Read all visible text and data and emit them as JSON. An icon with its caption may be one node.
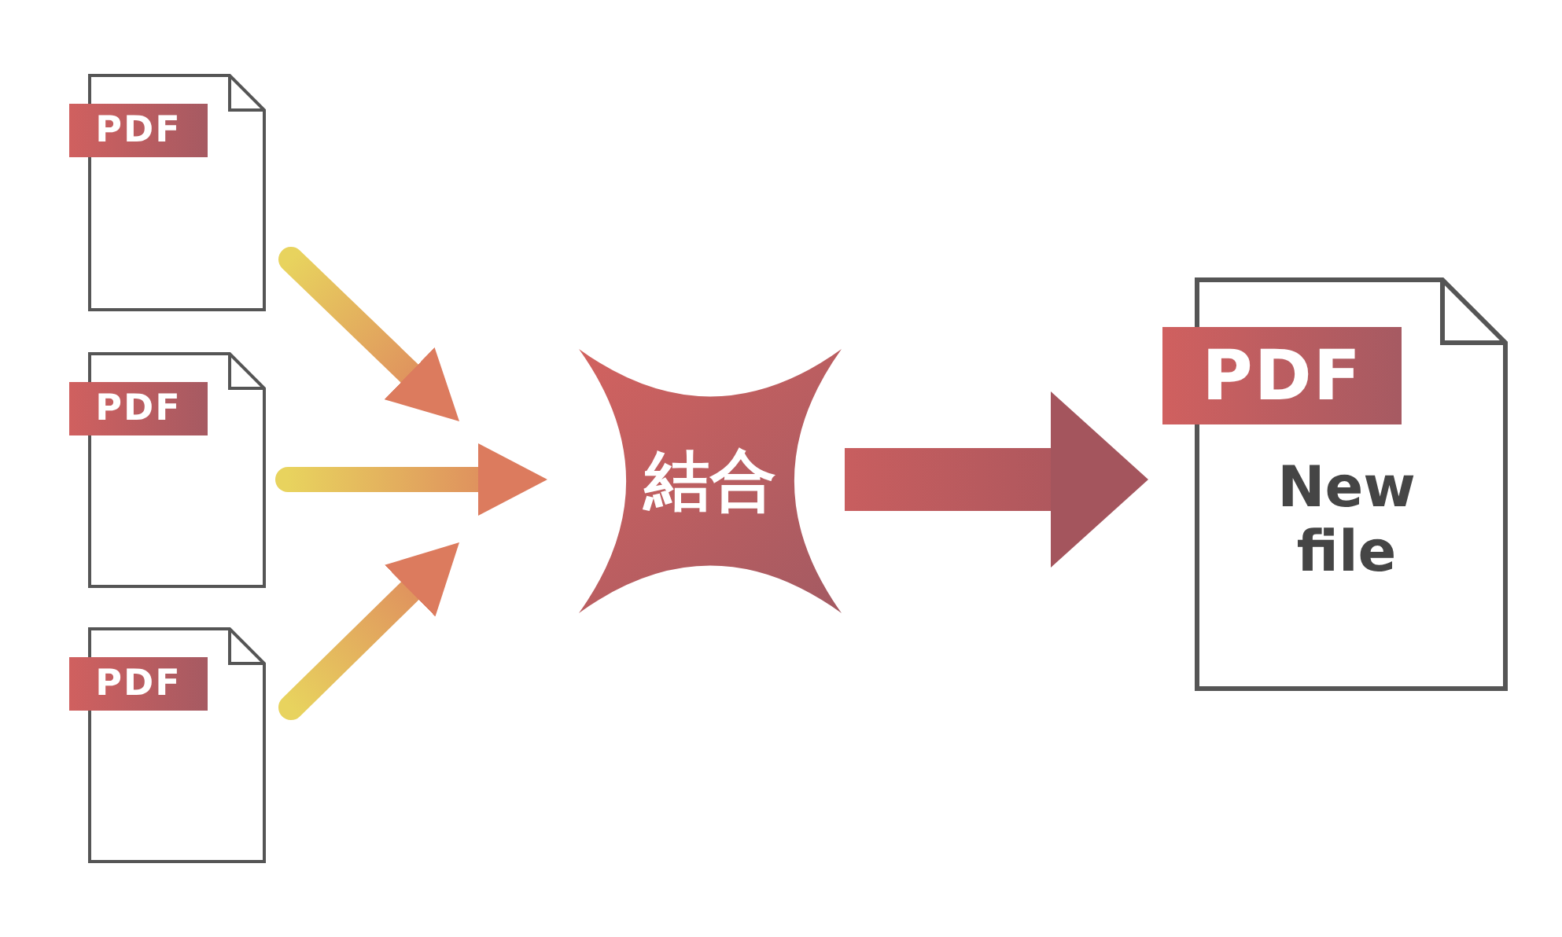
{
  "diagram": {
    "nodes": [
      {
        "text": [
          "PDF"
        ]
      },
      {
        "text": [
          "PDF"
        ]
      },
      {
        "text": [
          "PDF"
        ]
      },
      {
        "text": [
          "結合"
        ]
      },
      {
        "text": [
          "PDF",
          "New file"
        ]
      }
    ],
    "edges": [
      {
        "from": 0,
        "to": 3,
        "arrow": "to"
      },
      {
        "from": 1,
        "to": 3,
        "arrow": "to"
      },
      {
        "from": 2,
        "to": 3,
        "arrow": "to"
      },
      {
        "from": 3,
        "to": 4,
        "arrow": "to",
        "style": "thick",
        "color": "#c85e5f"
      }
    ]
  }
}
